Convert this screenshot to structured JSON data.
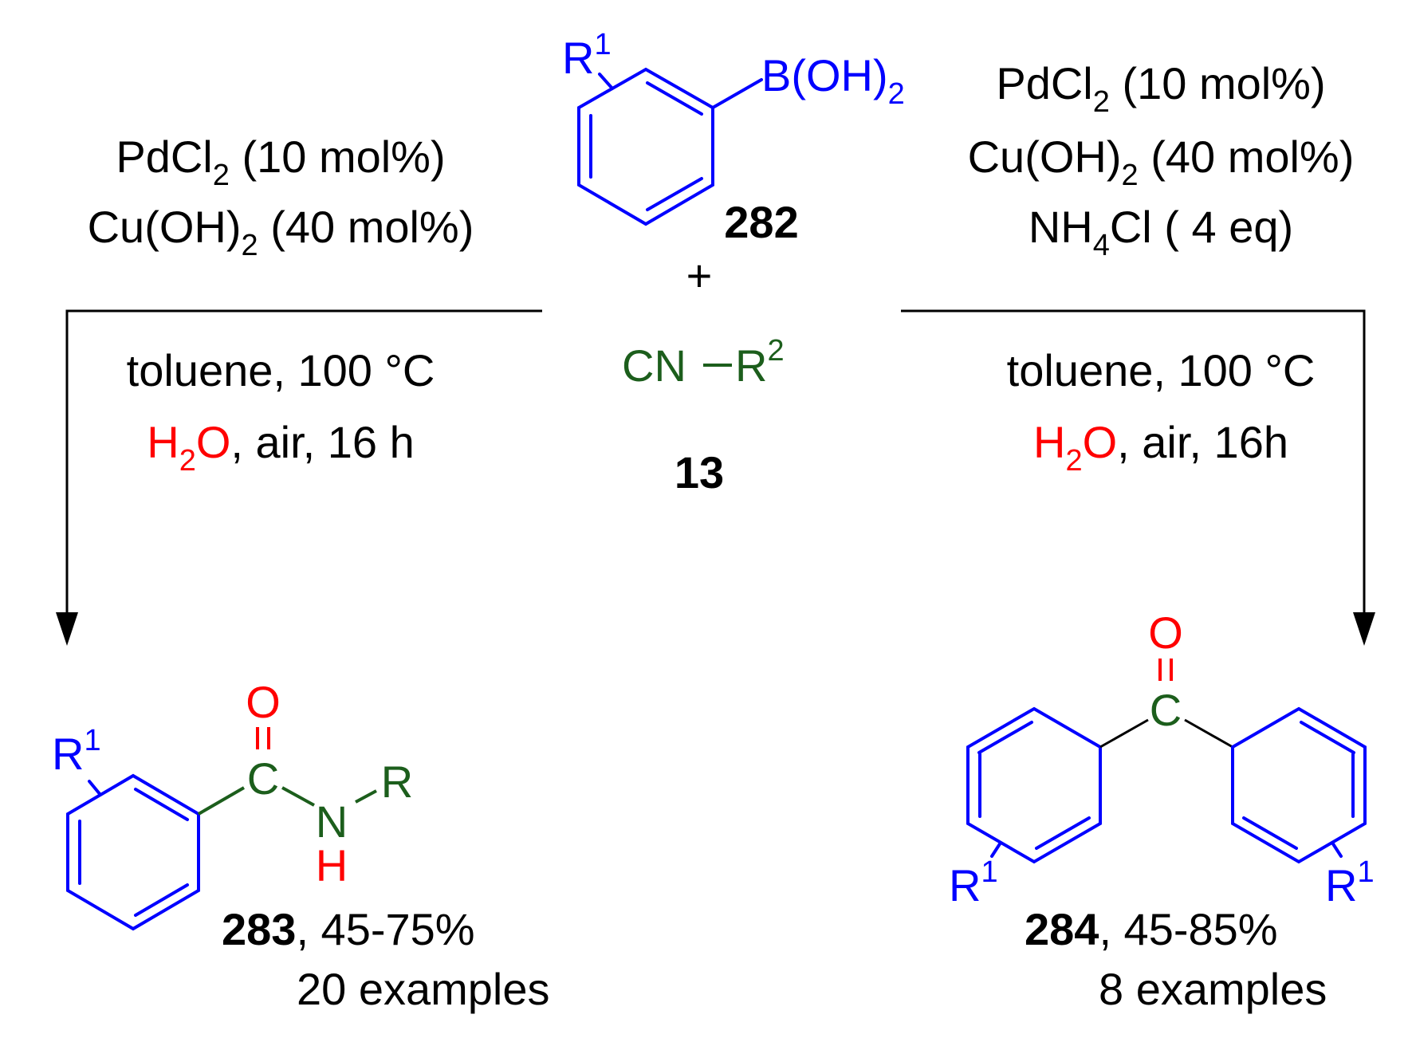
{
  "colors": {
    "ring": "#0000ff",
    "nitrile": "#1c5e1c",
    "carbonyl_oxygen": "#ff0000",
    "water": "#ff0000",
    "text": "#000000"
  },
  "boronic_acid": {
    "substituent": "R",
    "substituent_sup": "1",
    "group": "B(OH)",
    "group_sub": "2",
    "compound_number": "282"
  },
  "plus": "+",
  "nitrile": {
    "cn": "CN",
    "r": "R",
    "r_sup": "2",
    "compound_number": "13"
  },
  "left_conditions": {
    "catalyst": "PdCl",
    "catalyst_sub": "2",
    "catalyst_load": "(10 mol%)",
    "cocatalyst": "Cu(OH)",
    "cocatalyst_sub": "2",
    "cocatalyst_load": "(40 mol%)",
    "solvent_temp": "toluene, 100 °C",
    "water_h": "H",
    "water_sub": "2",
    "water_o": "O",
    "rest": ", air, 16 h"
  },
  "right_conditions": {
    "catalyst": "PdCl",
    "catalyst_sub": "2",
    "catalyst_load": "(10 mol%)",
    "cocatalyst": "Cu(OH)",
    "cocatalyst_sub": "2",
    "cocatalyst_load": "(40 mol%)",
    "additive": "NH",
    "additive_sub": "4",
    "additive_rest": "Cl ( 4 eq)",
    "solvent_temp": "toluene, 100 °C",
    "water_h": "H",
    "water_sub": "2",
    "water_o": "O",
    "rest": ", air, 16h"
  },
  "amide_product": {
    "substituent": "R",
    "substituent_sup": "1",
    "oxygen": "O",
    "carbon": "C",
    "nitrogen": "N",
    "hydrogen": "H",
    "r": "R",
    "compound_number": "283",
    "yield": ", 45-75%",
    "examples": "20 examples"
  },
  "ketone_product": {
    "oxygen": "O",
    "carbon": "C",
    "substituent_left": "R",
    "substituent_left_sup": "1",
    "substituent_right": "R",
    "substituent_right_sup": "1",
    "compound_number": "284",
    "yield": ", 45-85%",
    "examples": "8 examples"
  }
}
